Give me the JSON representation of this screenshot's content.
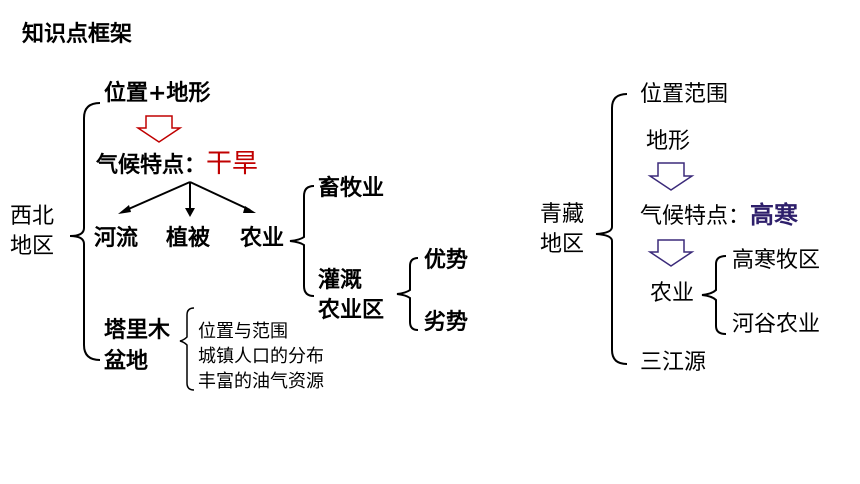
{
  "title": "知识点框架",
  "northwest": {
    "region": [
      "西北",
      "地区"
    ],
    "position_terrain": "位置+地形",
    "climate_label": "气候特点：",
    "climate_value": "干旱",
    "effects": [
      "河流",
      "植被",
      "农业"
    ],
    "agri_types": [
      "畜牧业",
      "灌溉",
      "农业区"
    ],
    "pros_cons": [
      "优势",
      "劣势"
    ],
    "tarim": [
      "塔里木",
      "盆地"
    ],
    "tarim_items": [
      "位置与范围",
      "城镇人口的分布",
      "丰富的油气资源"
    ]
  },
  "qinghai_tibet": {
    "region": [
      "青藏",
      "地区"
    ],
    "position": "位置范围",
    "terrain": "地形",
    "climate_label": "气候特点：",
    "climate_value": "高寒",
    "agri_label": "农业",
    "agri_items": [
      "高寒牧区",
      "河谷农业"
    ],
    "source": "三江源"
  },
  "colors": {
    "arrow_red": "#c00000",
    "arrow_purple": "#3b2a7a",
    "highlight_red": "#c00000",
    "highlight_purple": "#2e1f6b"
  }
}
